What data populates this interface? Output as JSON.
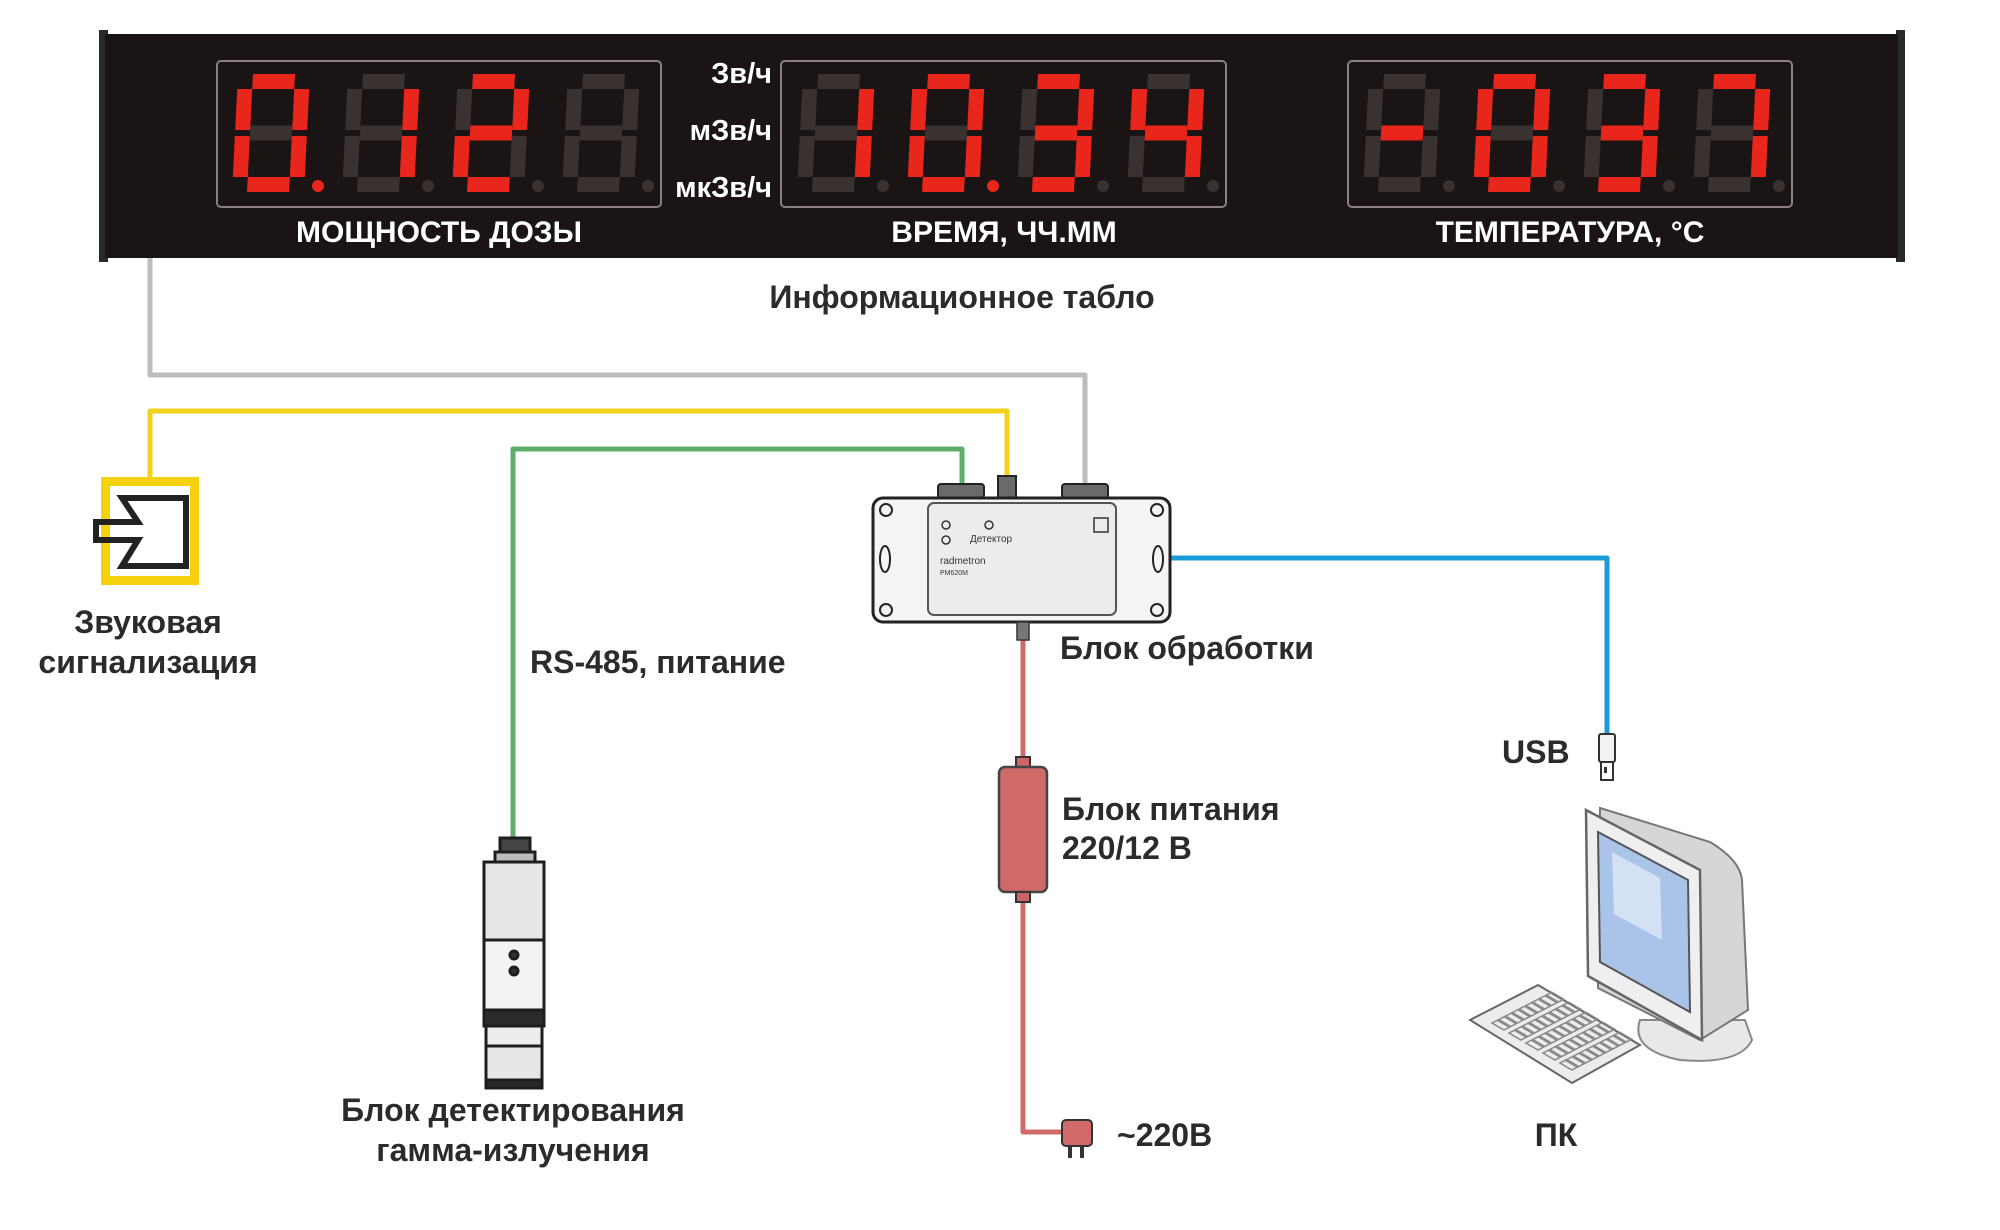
{
  "display": {
    "title": "Информационное табло",
    "dose": {
      "caption": "МОЩНОСТЬ ДОЗЫ",
      "value": "0.12",
      "units": [
        "Зв/ч",
        "мЗв/ч",
        "мкЗв/ч"
      ]
    },
    "time": {
      "caption": "ВРЕМЯ, ЧЧ.ММ",
      "value": "10.34"
    },
    "temperature": {
      "caption": "ТЕМПЕРАТУРА, °C",
      "value": "-037"
    }
  },
  "devices": {
    "alarm": {
      "label_line1": "Звуковая",
      "label_line2": "сигнализация"
    },
    "detector": {
      "label_line1": "Блок детектирования",
      "label_line2": "гамма-излучения"
    },
    "processor": {
      "label": "Блок обработки",
      "panel_label": "Детектор",
      "brand": "radmetron",
      "model": "РМ620М"
    },
    "power_supply": {
      "label_line1": "Блок питания",
      "label_line2": "220/12 В"
    },
    "mains": {
      "label": "~220В"
    },
    "pc": {
      "label": "ПК"
    }
  },
  "connections": {
    "rs485": {
      "label": "RS-485, питание"
    },
    "usb": {
      "label": "USB"
    }
  },
  "colors": {
    "display_bg": "#1b1414",
    "segment_on": "#e8261c",
    "segment_off": "#3a3131",
    "wire_display": "#bdbdbd",
    "wire_alarm": "#f2d21b",
    "wire_rs485": "#5fae6b",
    "wire_usb": "#1a9bd7",
    "wire_power": "#d06a6a",
    "alarm_frame": "#f5d20d"
  }
}
